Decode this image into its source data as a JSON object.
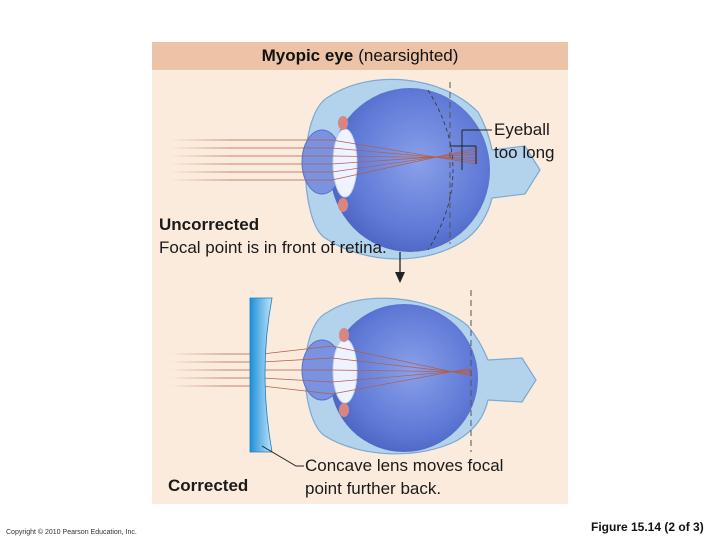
{
  "title": {
    "bold": "Myopic eye",
    "normal": "(nearsighted)"
  },
  "uncorrected": {
    "heading": "Uncorrected",
    "description": "Focal point is in front of retina."
  },
  "eyeball_label": {
    "line1": "Eyeball",
    "line2": "too long"
  },
  "corrected": {
    "label": "Corrected"
  },
  "concave_label": {
    "line1": "Concave lens moves focal",
    "line2": "point further back."
  },
  "footer": {
    "copyright": "Copyright © 2010 Pearson Education, Inc.",
    "figure": "Figure 15.14 (2 of 3)"
  },
  "colors": {
    "panel_bg": "#fbebdc",
    "title_bg": "#edc3a7",
    "eye_blue": "#5f79d6",
    "sclera": "#b3d3ec",
    "lens": "#eef3ff",
    "ray": "#b15f4a",
    "concave_lens": "#3aa8e8",
    "iris": "#d98680"
  },
  "icons": [
    "uncorrected-eye-diagram",
    "corrected-eye-diagram",
    "concave-lens-icon",
    "down-arrow-icon"
  ]
}
